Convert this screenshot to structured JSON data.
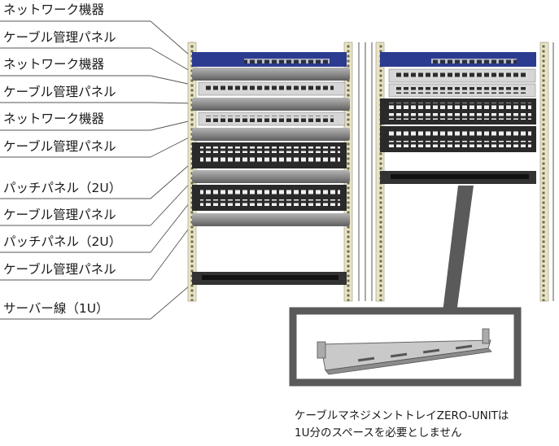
{
  "labels": [
    "ネットワーク機器",
    "ケーブル管理パネル",
    "ネットワーク機器",
    "ケーブル管理パネル",
    "ネットワーク機器",
    "ケーブル管理パネル",
    "パッチパネル（2U）",
    "ケーブル管理パネル",
    "パッチパネル（2U）",
    "ケーブル管理パネル",
    "サーバー線（1U）"
  ],
  "caption": {
    "line1": "ケーブルマネジメントトレイZERO-UNITは",
    "line2": "1U分のスペースを必要としません"
  },
  "colors": {
    "switch_blue": "#2b3b8f",
    "rack_rail": "#e8e3c8",
    "panel_dark": "#2a2a2a",
    "panel_gray": "#8a8a8a",
    "callout_gray": "#5a5a5a"
  }
}
